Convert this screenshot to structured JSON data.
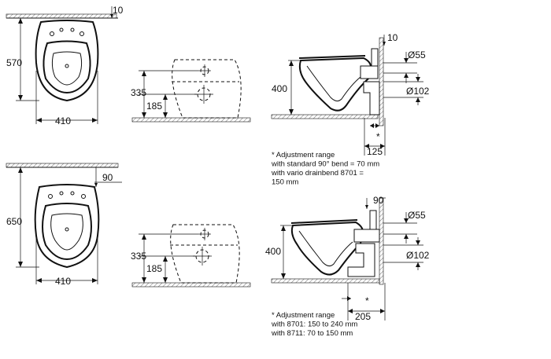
{
  "top": {
    "plan": {
      "gap": "10",
      "depth": "570",
      "width": "410"
    },
    "front": {
      "height1": "335",
      "height2": "185"
    },
    "side": {
      "gap": "10",
      "pipe1": "Ø55",
      "pipe2": "Ø102",
      "height": "400",
      "star": "*",
      "offset": "125",
      "note": [
        "* Adjustment range",
        "with standard 90° bend = 70 mm",
        "with vario drainbend 8701 =",
        "150 mm"
      ]
    }
  },
  "bottom": {
    "plan": {
      "gap": "90",
      "depth": "650",
      "width": "410"
    },
    "front": {
      "height1": "335",
      "height2": "185"
    },
    "side": {
      "gap": "90",
      "pipe1": "Ø55",
      "pipe2": "Ø102",
      "height": "400",
      "star": "*",
      "offset": "205",
      "note": [
        "* Adjustment range",
        "with 8701: 150 to 240 mm",
        "with 8711: 70 to 150 mm"
      ]
    }
  }
}
